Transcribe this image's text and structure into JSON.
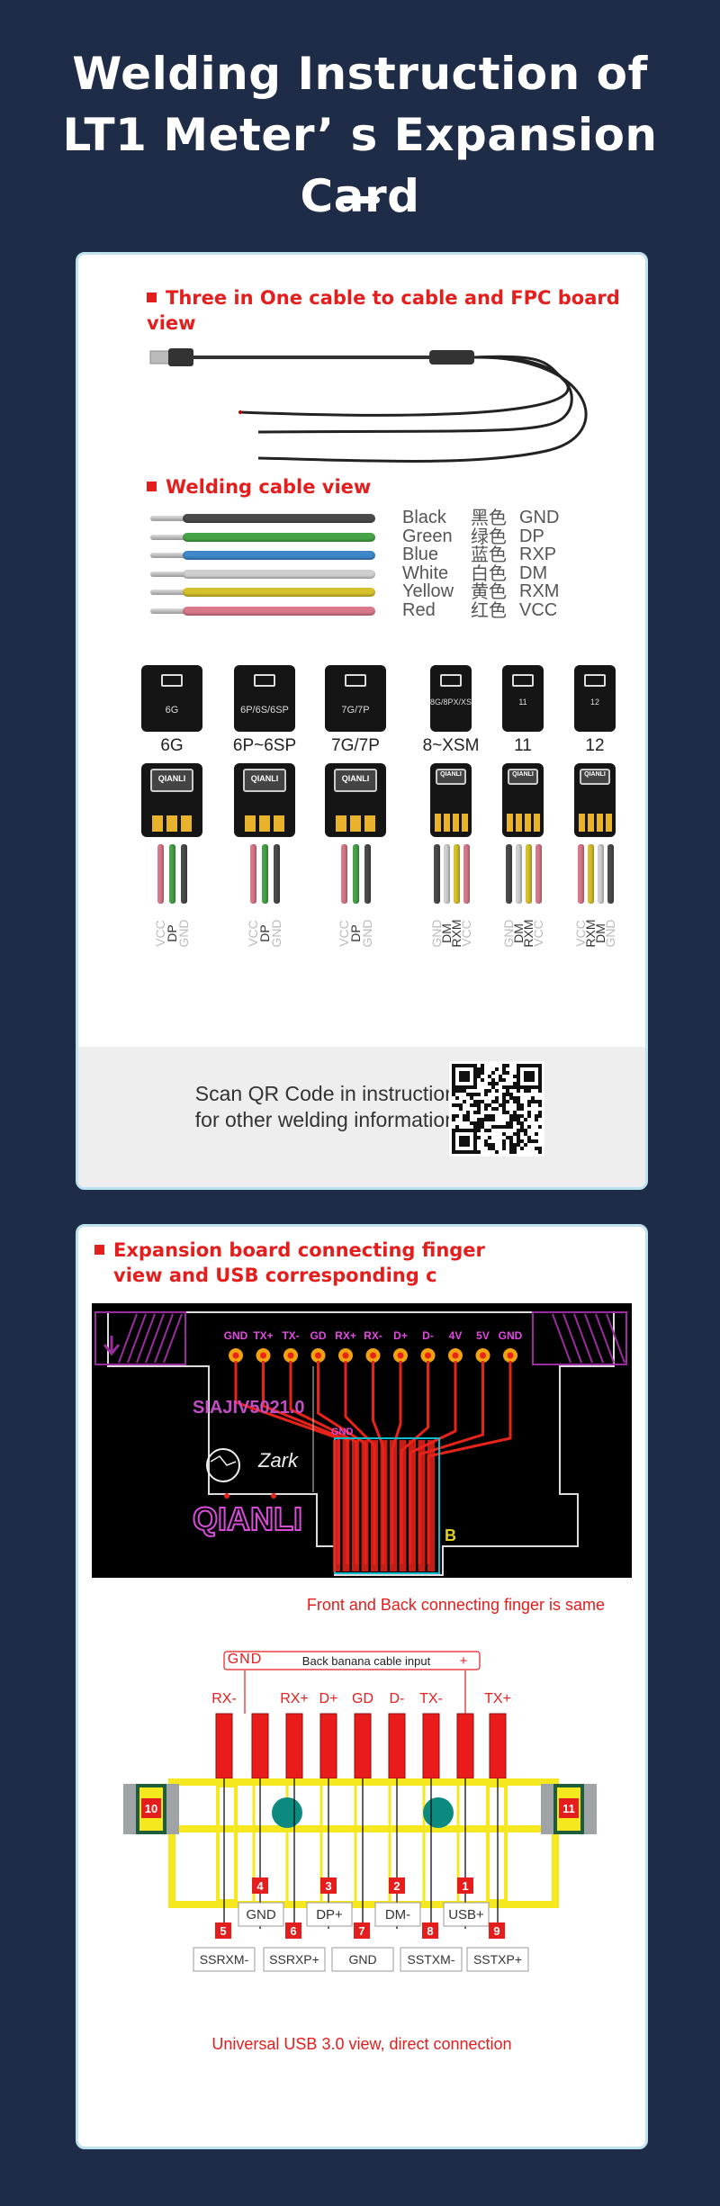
{
  "page": {
    "title_line1": "Welding Instruction of",
    "title_line2": "LT1 Meter’  s Expansion Card"
  },
  "card1": {
    "heading1": "Three in One cable to cable and FPC board view",
    "heading2": "Welding cable view",
    "wires": [
      {
        "en": "Black",
        "cn": "黑色",
        "sig": "GND",
        "color": "#4a4a4a"
      },
      {
        "en": "Green",
        "cn": "绿色",
        "sig": "DP",
        "color": "#47a347"
      },
      {
        "en": "Blue",
        "cn": "蓝色",
        "sig": "RXP",
        "color": "#3f87c9"
      },
      {
        "en": "White",
        "cn": "白色",
        "sig": "DM",
        "color": "#cfcfcf"
      },
      {
        "en": "Yellow",
        "cn": "黄色",
        "sig": "RXM",
        "color": "#d5c12b"
      },
      {
        "en": "Red",
        "cn": "红色",
        "sig": "VCC",
        "color": "#d9788a"
      }
    ],
    "boards": [
      {
        "tag": "6G",
        "label": "6G",
        "pins": [
          "VCC",
          "DP",
          "GND"
        ]
      },
      {
        "tag": "6P/6S/6SP",
        "label": "6P~6SP",
        "pins": [
          "VCC",
          "DP",
          "GND"
        ]
      },
      {
        "tag": "7G/7P",
        "label": "7G/7P",
        "pins": [
          "VCC",
          "DP",
          "GND"
        ]
      },
      {
        "tag": "8G/8PX/XS",
        "label": "8~XSM",
        "pins": [
          "GND",
          "DM",
          "RXM",
          "VCC"
        ]
      },
      {
        "tag": "11",
        "label": "11",
        "pins": [
          "GND",
          "DM",
          "RXM",
          "VCC"
        ]
      },
      {
        "tag": "12",
        "label": "12",
        "pins": [
          "VCC",
          "RXM",
          "DM",
          "GND"
        ]
      }
    ],
    "logo_text": "QIANLI",
    "qr_line1": "Scan QR Code in instruction",
    "qr_line2": "for other welding information"
  },
  "card2": {
    "heading_line1": "Expansion board connecting finger",
    "heading_line2": "view and  USB corresponding c",
    "pcb_pads": [
      "GND",
      "TX+",
      "TX-",
      "GD",
      "RX+",
      "RX-",
      "D+",
      "D-",
      "4V",
      "5V",
      "GND"
    ],
    "pcb_model": "SIAJIV5021.0",
    "pcb_signature": "Zark",
    "pcb_logo": "QIANLI",
    "pcb_gnd": "GND",
    "pcb_b": "B",
    "caption1": "Front and Back connecting finger is same",
    "gnd_label": "GND",
    "banana_label": "Back banana cable input",
    "plus_label": "+",
    "usb_pins": [
      "RX-",
      "RX+",
      "D+",
      "GD",
      "D-",
      "TX-",
      "TX+"
    ],
    "side_numbers": [
      "10",
      "11"
    ],
    "top_boxes": [
      {
        "num": "4",
        "label": "GND"
      },
      {
        "num": "3",
        "label": "DP+"
      },
      {
        "num": "2",
        "label": "DM-"
      },
      {
        "num": "1",
        "label": "USB+"
      }
    ],
    "bottom_boxes": [
      {
        "num": "5",
        "label": "SSRXM-"
      },
      {
        "num": "6",
        "label": "SSRXP+"
      },
      {
        "num": "7",
        "label": "GND"
      },
      {
        "num": "8",
        "label": "SSTXM-"
      },
      {
        "num": "9",
        "label": "SSTXP+"
      }
    ],
    "caption2": "Universal USB 3.0 view, direct connection"
  },
  "colors": {
    "background": "#1f2c47",
    "accent_red": "#e41d1d",
    "card_border": "#bfe3ee",
    "pcb_purple": "#9a2c9e",
    "trace_red": "#e8231a"
  }
}
